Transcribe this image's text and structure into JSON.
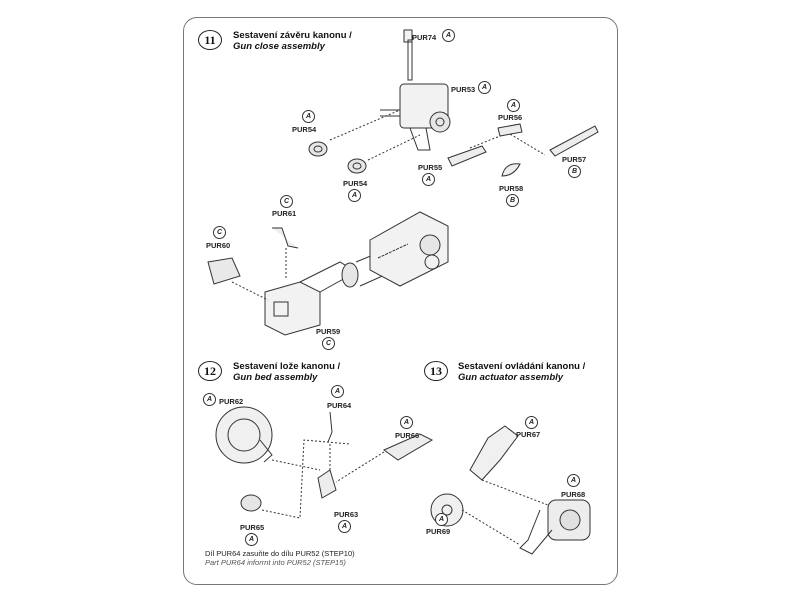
{
  "steps": [
    {
      "number": "11",
      "title_cz": "Sestavení závěru kanonu /",
      "title_en": "Gun close assembly"
    },
    {
      "number": "12",
      "title_cz": "Sestavení lože kanonu /",
      "title_en": "Gun bed assembly"
    },
    {
      "number": "13",
      "title_cz": "Sestavení ovládání kanonu /",
      "title_en": "Gun actuator assembly"
    }
  ],
  "parts": {
    "pur74": {
      "label": "PUR74",
      "code": "A"
    },
    "pur53": {
      "label": "PUR53",
      "code": "A"
    },
    "pur54a": {
      "label": "PUR54",
      "code": "A"
    },
    "pur54b": {
      "label": "PUR54",
      "code": "A"
    },
    "pur55": {
      "label": "PUR55",
      "code": "A"
    },
    "pur56": {
      "label": "PUR56",
      "code": "A"
    },
    "pur57": {
      "label": "PUR57",
      "code": "B"
    },
    "pur58": {
      "label": "PUR58",
      "code": "B"
    },
    "pur61": {
      "label": "PUR61",
      "code": "C"
    },
    "pur60": {
      "label": "PUR60",
      "code": "C"
    },
    "pur59": {
      "label": "PUR59",
      "code": "C"
    },
    "pur62": {
      "label": "PUR62",
      "code": "A"
    },
    "pur64": {
      "label": "PUR64",
      "code": "A"
    },
    "pur66": {
      "label": "PUR66",
      "code": "A"
    },
    "pur63": {
      "label": "PUR63",
      "code": "A"
    },
    "pur65": {
      "label": "PUR65",
      "code": "A"
    },
    "pur67": {
      "label": "PUR67",
      "code": "A"
    },
    "pur68": {
      "label": "PUR68",
      "code": "A"
    },
    "pur69": {
      "label": "PUR69",
      "code": "A"
    }
  },
  "note": {
    "cz": "Díl PUR64 zasuňte do dílu PUR52 (STEP10)",
    "en": "Part PUR64 inforrnt into PUR52 (STEP15)"
  }
}
